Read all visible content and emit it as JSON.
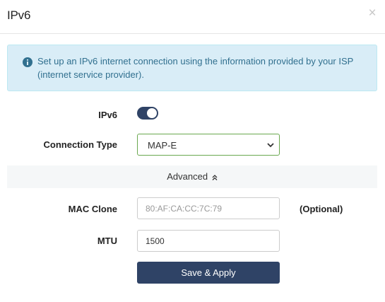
{
  "header": {
    "title": "IPv6",
    "close_icon": "close-icon"
  },
  "info": {
    "icon": "info-icon",
    "text": "Set up an IPv6 internet connection using the information provided by your ISP (internet service provider)."
  },
  "ipv6_toggle": {
    "label": "IPv6",
    "enabled": true
  },
  "connection_type": {
    "label": "Connection Type",
    "value": "MAP-E"
  },
  "advanced": {
    "label": "Advanced",
    "icon": "chevron-double-up-icon"
  },
  "mac_clone": {
    "label": "MAC Clone",
    "placeholder": "80:AF:CA:CC:7C:79",
    "value": "",
    "hint": "(Optional)"
  },
  "mtu": {
    "label": "MTU",
    "value": "1500"
  },
  "actions": {
    "save_apply": "Save & Apply"
  },
  "colors": {
    "primary": "#2f4366",
    "info_bg": "#d9edf7",
    "info_text": "#31708f",
    "select_border": "#6aa84f"
  }
}
